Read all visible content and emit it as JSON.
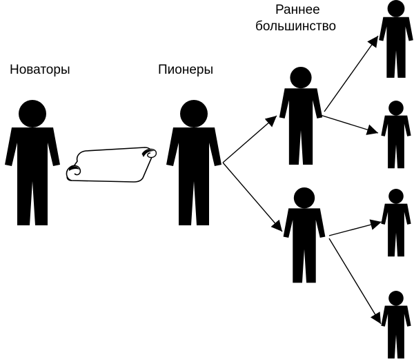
{
  "labels": {
    "innovators": "Новаторы",
    "pioneers": "Пионеры",
    "early_majority_line1": "Раннее",
    "early_majority_line2": "большинство"
  },
  "colors": {
    "stroke": "#000000",
    "fill": "#ffffff",
    "background": "#ffffff"
  },
  "icons": [
    "person-icon",
    "scroll-icon",
    "arrow-icon"
  ]
}
